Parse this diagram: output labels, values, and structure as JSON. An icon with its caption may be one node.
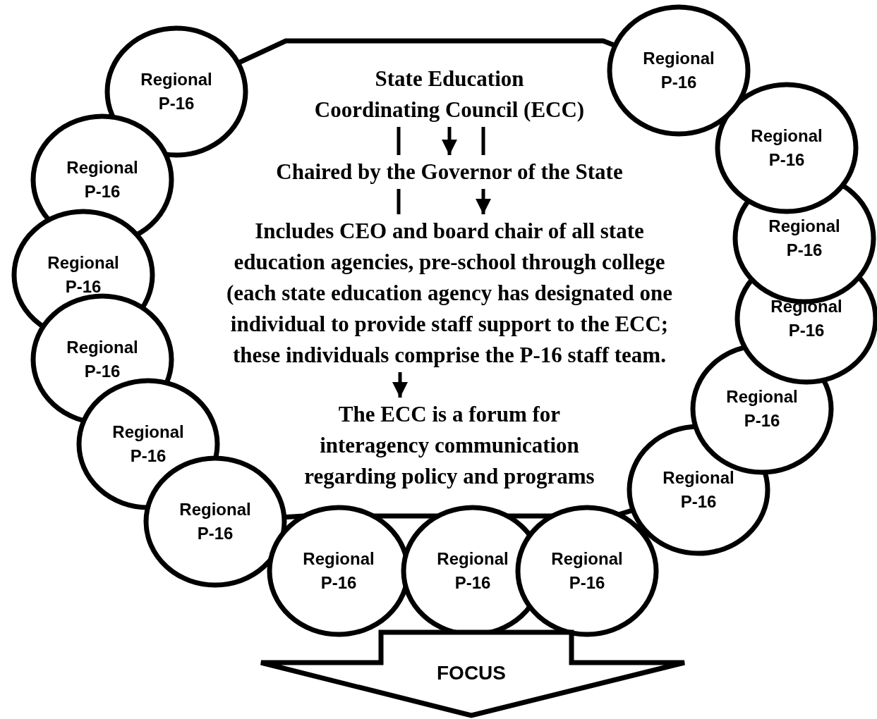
{
  "diagram": {
    "nodes": [
      {
        "text": [],
        "shape": "octagon"
      },
      {
        "text": [
          "State Education Coordinating Council (ECC)"
        ],
        "in": 0
      },
      {
        "text": [
          "Chaired by the Governor of the State"
        ],
        "in": 0
      },
      {
        "text": [
          "Includes CEO and board chair of all state education agencies, pre-school through college (each state education agency has designated one individual to provide staff support to the ECC; these individuals comprise the P-16 staff team."
        ],
        "in": 0
      },
      {
        "text": [
          "The ECC is a forum for interagency communication regarding policy and programs"
        ],
        "in": 0
      },
      {
        "text": [
          "Regional P-16"
        ]
      },
      {
        "text": [
          "Regional P-16"
        ]
      },
      {
        "text": [
          "Regional P-16"
        ]
      },
      {
        "text": [
          "Regional P-16"
        ]
      },
      {
        "text": [
          "Regional P-16"
        ]
      },
      {
        "text": [
          "Regional P-16"
        ]
      },
      {
        "text": [
          "Regional P-16"
        ]
      },
      {
        "text": [
          "Regional P-16"
        ]
      },
      {
        "text": [
          "Regional P-16"
        ]
      },
      {
        "text": [
          "Regional P-16"
        ]
      },
      {
        "text": [
          "Regional P-16"
        ]
      },
      {
        "text": [
          "Regional P-16"
        ]
      },
      {
        "text": [
          "Regional P-16"
        ]
      },
      {
        "text": [
          "Regional P-16"
        ]
      },
      {
        "text": [
          "Regional P-16"
        ]
      },
      {
        "text": [
          "FOCUS"
        ]
      }
    ],
    "edges": [
      {
        "from": 1,
        "to": 2,
        "arrow": "to"
      },
      {
        "from": 1,
        "to": 2,
        "arrow": "none"
      },
      {
        "from": 1,
        "to": 2,
        "arrow": "none"
      },
      {
        "from": 2,
        "to": 3,
        "arrow": "none"
      },
      {
        "from": 2,
        "to": 3,
        "arrow": "to"
      },
      {
        "from": 3,
        "to": 4,
        "arrow": "to"
      }
    ]
  }
}
